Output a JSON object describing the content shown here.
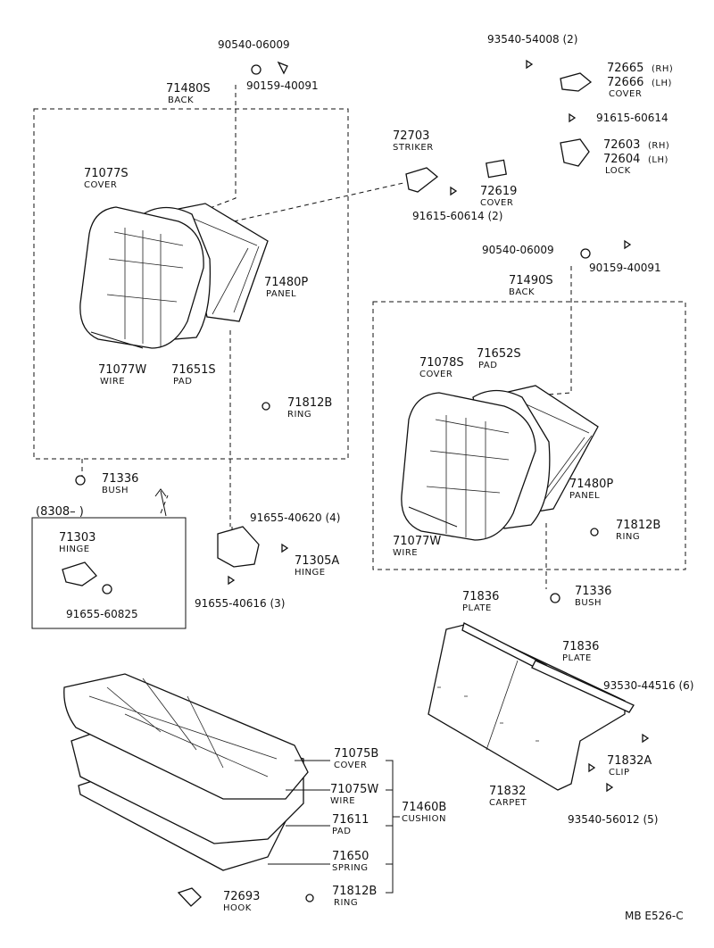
{
  "labels": {
    "p90540_06009_top": "90540-06009",
    "p90159_40091_top": "90159-40091",
    "p71480S": "71480S",
    "n71480S": "BACK",
    "p71077S": "71077S",
    "n71077S": "COVER",
    "p71077W_left": "71077W",
    "n71077W_left": "WIRE",
    "p71651S": "71651S",
    "n71651S": "PAD",
    "p71480P_left": "71480P",
    "n71480P_left": "PANEL",
    "p71812B_left": "71812B",
    "n71812B_left": "RING",
    "p72703": "72703",
    "n72703": "STRIKER",
    "p72619": "72619",
    "n72619": "COVER",
    "p91615_60614_2": "91615-60614 (2)",
    "p93540_54008": "93540-54008 (2)",
    "p72665": "72665",
    "rh1": "(RH)",
    "p72666": "72666",
    "lh1": "(LH)",
    "n72665": "COVER",
    "p91615_60614": "91615-60614",
    "p72603": "72603",
    "rh2": "(RH)",
    "p72604": "72604",
    "lh2": "(LH)",
    "n72603": "LOCK",
    "p90540_06009_right": "90540-06009",
    "p90159_40091_right": "90159-40091",
    "p71490S": "71490S",
    "n71490S": "BACK",
    "p71078S": "71078S",
    "n71078S": "COVER",
    "p71652S": "71652S",
    "n71652S": "PAD",
    "p71480P_right": "71480P",
    "n71480P_right": "PANEL",
    "p71077W_right": "71077W",
    "n71077W_right": "WIRE",
    "p71812B_right": "71812B",
    "n71812B_right": "RING",
    "p71336_left": "71336",
    "n71336_left": "BUSH",
    "inset_date": "(8308–         )",
    "p71303": "71303",
    "n71303": "HINGE",
    "p91655_60825": "91655-60825",
    "p91655_40620": "91655-40620 (4)",
    "p71305A": "71305A",
    "n71305A": "HINGE",
    "p91655_40616": "91655-40616 (3)",
    "p71336_right": "71336",
    "n71336_right": "BUSH",
    "p71836_a": "71836",
    "n71836_a": "PLATE",
    "p71836_b": "71836",
    "n71836_b": "PLATE",
    "p93530_44516": "93530-44516 (6)",
    "p71832A": "71832A",
    "n71832A": "CLIP",
    "p71832": "71832",
    "n71832": "CARPET",
    "p93540_56012": "93540-56012 (5)",
    "p71075B": "71075B",
    "n71075B": "COVER",
    "p71075W": "71075W",
    "n71075W": "WIRE",
    "p71460B": "71460B",
    "n71460B": "CUSHION",
    "p71611": "71611",
    "n71611": "PAD",
    "p71650": "71650",
    "n71650": "SPRING",
    "p72693": "72693",
    "n72693": "HOOK",
    "p71812B_bottom": "71812B",
    "n71812B_bottom": "RING",
    "footer_code": "MB  E526-C"
  }
}
